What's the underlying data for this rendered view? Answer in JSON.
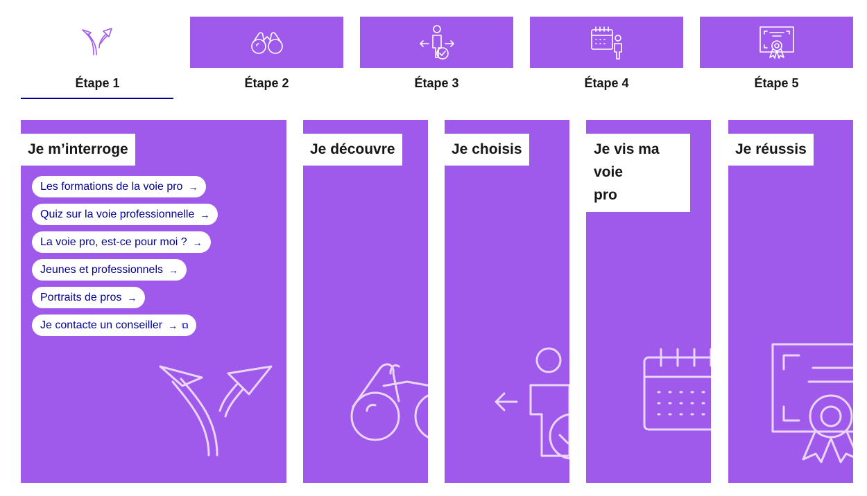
{
  "colors": {
    "accent": "#a05aeb",
    "link": "#000091",
    "active_underline": "#000091"
  },
  "tabs": [
    {
      "label": "Étape 1",
      "icon": "branching-arrows-icon",
      "active": true
    },
    {
      "label": "Étape 2",
      "icon": "binoculars-icon",
      "active": false
    },
    {
      "label": "Étape 3",
      "icon": "person-choice-icon",
      "active": false
    },
    {
      "label": "Étape 4",
      "icon": "calendar-person-icon",
      "active": false
    },
    {
      "label": "Étape 5",
      "icon": "certificate-icon",
      "active": false
    }
  ],
  "panels": [
    {
      "title": "Je m’interroge",
      "illustration": "branching-arrows-icon",
      "links": [
        {
          "label": "Les formations de la voie pro",
          "icon": "arrow-right-icon"
        },
        {
          "label": "Quiz sur la voie professionnelle",
          "icon": "arrow-right-icon"
        },
        {
          "label": "La voie pro, est-ce pour moi ?",
          "icon": "arrow-right-icon"
        },
        {
          "label": "Jeunes et professionnels",
          "icon": "arrow-right-icon"
        },
        {
          "label": "Portraits de pros",
          "icon": "arrow-right-icon"
        },
        {
          "label": "Je contacte un conseiller",
          "icon": "arrow-right-icon",
          "external": "external-link-icon"
        }
      ]
    },
    {
      "title": "Je découvre",
      "illustration": "binoculars-icon"
    },
    {
      "title": "Je choisis",
      "illustration": "person-choice-icon"
    },
    {
      "title_line1": "Je vis ma voie",
      "title_line2": "pro",
      "illustration": "calendar-person-icon"
    },
    {
      "title": "Je réussis",
      "illustration": "certificate-icon"
    }
  ]
}
